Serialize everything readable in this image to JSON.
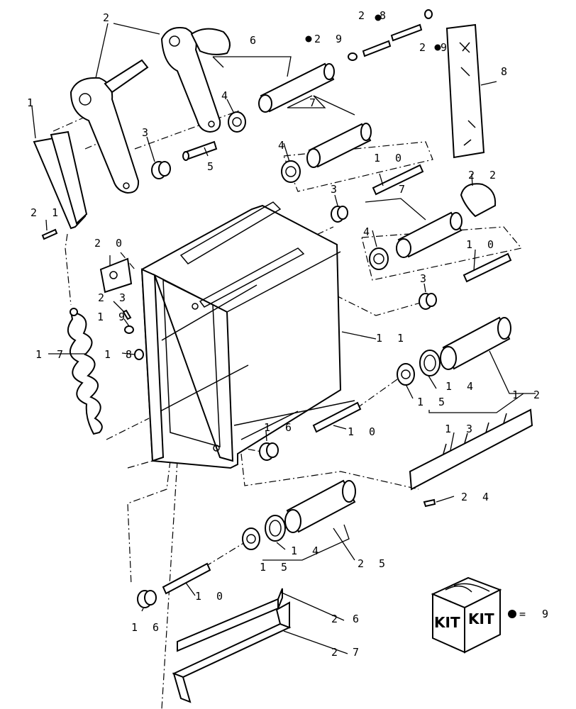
{
  "callouts": {
    "c1": "1",
    "c2": "2",
    "c3a": "3",
    "c3b": "3",
    "c3c": "3",
    "c4a": "4",
    "c4b": "4",
    "c4c": "4",
    "c5": "5",
    "c6": "6",
    "c7a": "7",
    "c7b": "7",
    "c8": "8",
    "c9": "9",
    "c10a": "1 0",
    "c10b": "1 0",
    "c10c": "1 0",
    "c10d": "1 0",
    "c11": "1 1",
    "c12": "1 2",
    "c13": "1 3",
    "c14a": "1 4",
    "c14b": "1 4",
    "c15a": "1 5",
    "c15b": "1 5",
    "c16a": "1 6",
    "c16b": "1 6",
    "c17": "1 7",
    "c18": "1 8",
    "c19": "1 9",
    "c20": "2 0",
    "c21": "2 1",
    "c22": "2 2",
    "c23": "2 3",
    "c24": "2 4",
    "c25": "2 5",
    "c26": "2 6",
    "c27": "2 7",
    "c28": "2 8",
    "c29a": "2 9",
    "c29b": "2 9"
  },
  "kit": {
    "label_left": "KIT",
    "label_right": "KIT",
    "equals": "="
  },
  "colors": {
    "ink": "#000000",
    "paper": "#ffffff"
  }
}
